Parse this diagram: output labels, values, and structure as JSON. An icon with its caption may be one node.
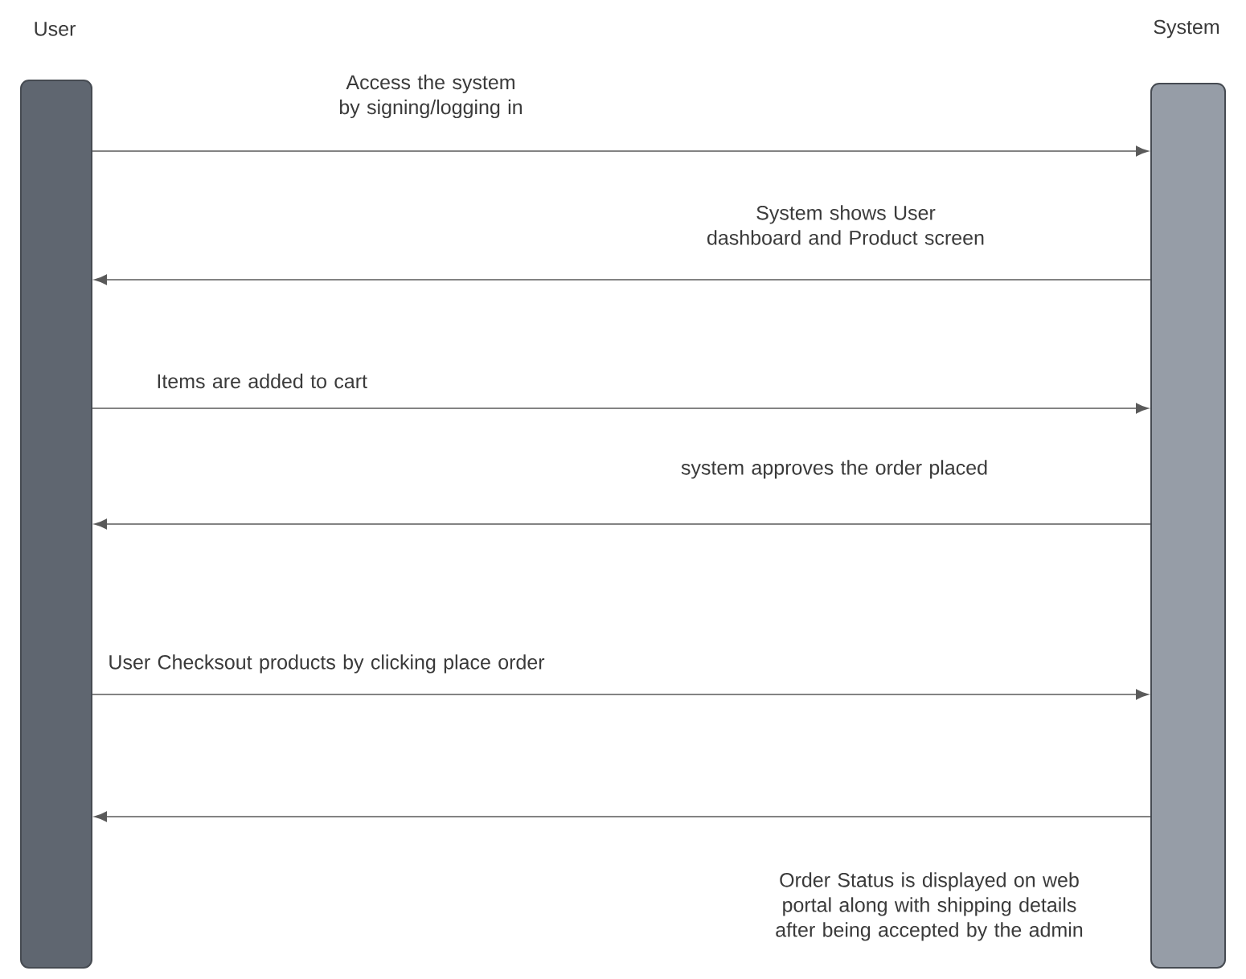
{
  "diagram": {
    "nodes": [
      {
        "text": [
          "User"
        ]
      },
      {
        "text": [
          "System"
        ]
      }
    ],
    "edges": [
      {
        "from": 0,
        "to": 1,
        "arrow": "to",
        "label": "Access the system by signing/logging in"
      },
      {
        "from": 1,
        "to": 0,
        "arrow": "to",
        "label": "System shows User dashboard and Product screen"
      },
      {
        "from": 0,
        "to": 1,
        "arrow": "to",
        "label": "Items are added to cart"
      },
      {
        "from": 1,
        "to": 0,
        "arrow": "to",
        "label": "system approves the order placed"
      },
      {
        "from": 0,
        "to": 1,
        "arrow": "to",
        "label": "User Checksout products by clicking place order"
      },
      {
        "from": 1,
        "to": 0,
        "arrow": "to",
        "label": "Order Status is displayed on web portal along with shipping details after being accepted by the admin"
      }
    ]
  }
}
